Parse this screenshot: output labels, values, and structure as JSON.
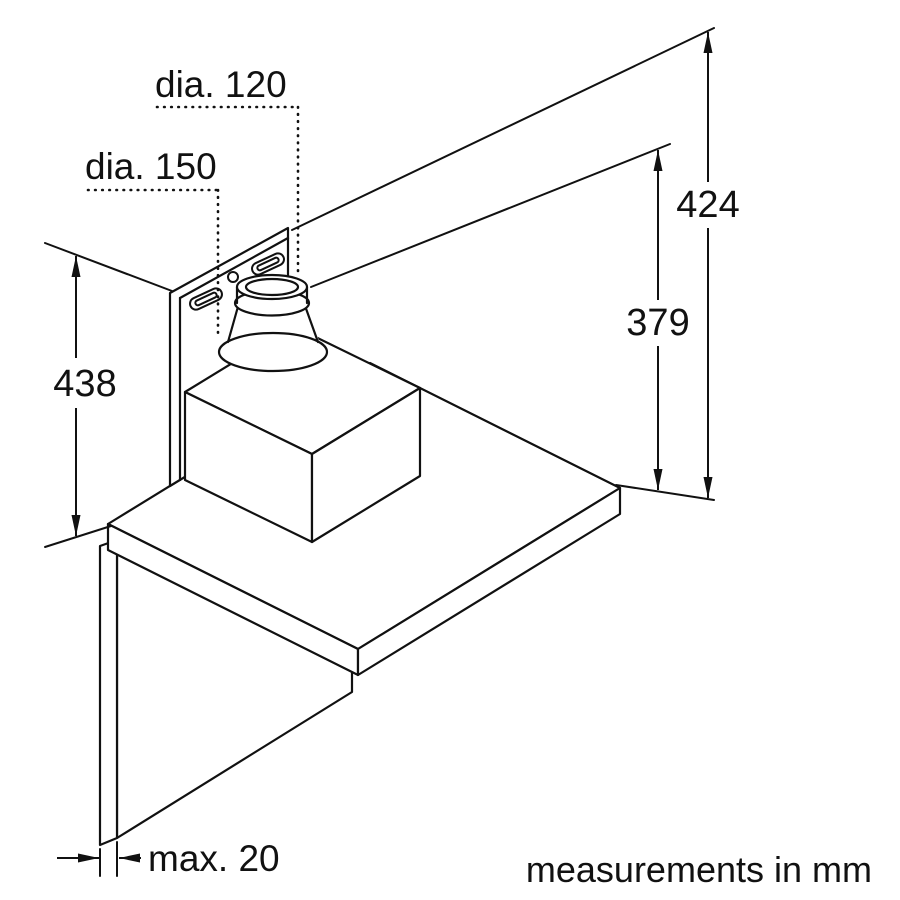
{
  "unit_note": "measurements in mm",
  "dimensions": {
    "duct_upper_diameter": "dia. 120",
    "duct_lower_diameter": "dia. 150",
    "panel_height": "438",
    "total_height": "424",
    "duct_height": "379",
    "wall_thickness": "max. 20"
  },
  "colors": {
    "line": "#111111",
    "background": "#ffffff"
  }
}
